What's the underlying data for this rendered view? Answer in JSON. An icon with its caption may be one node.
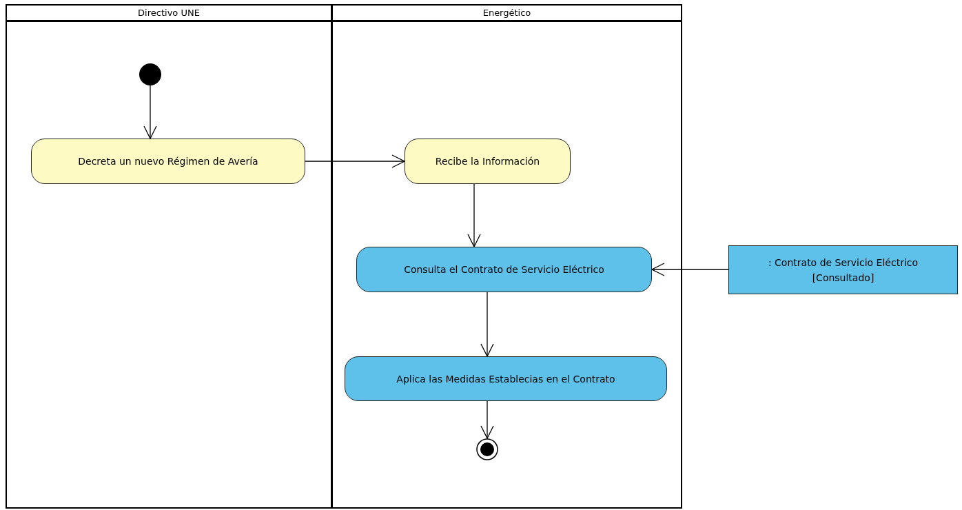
{
  "diagram": {
    "nodes": [
      {
        "text": [
          "Directivo UNE"
        ]
      },
      {
        "text": [
          "Energético"
        ]
      },
      {
        "text": [],
        "shape": "circle",
        "in": 0
      },
      {
        "text": [
          "Decreta un nuevo Régimen de Avería"
        ],
        "in": 0
      },
      {
        "text": [
          "Recibe la Información"
        ],
        "in": 1
      },
      {
        "text": [
          "Consulta el Contrato de Servicio Eléctrico"
        ],
        "in": 1
      },
      {
        "text": [
          "Aplica las Medidas Establecias en el Contrato"
        ],
        "in": 1
      },
      {
        "text": [],
        "shape": "circle",
        "in": 1
      },
      {
        "text": [
          ": Contrato de Servicio Eléctrico",
          "[Consultado]"
        ]
      }
    ],
    "edges": [
      {
        "from": 2,
        "to": 3,
        "arrow": "to"
      },
      {
        "from": 3,
        "to": 4,
        "arrow": "to"
      },
      {
        "from": 4,
        "to": 5,
        "arrow": "to"
      },
      {
        "from": 8,
        "to": 5,
        "arrow": "to"
      },
      {
        "from": 5,
        "to": 6,
        "arrow": "to"
      },
      {
        "from": 6,
        "to": 7,
        "arrow": "to"
      }
    ]
  }
}
